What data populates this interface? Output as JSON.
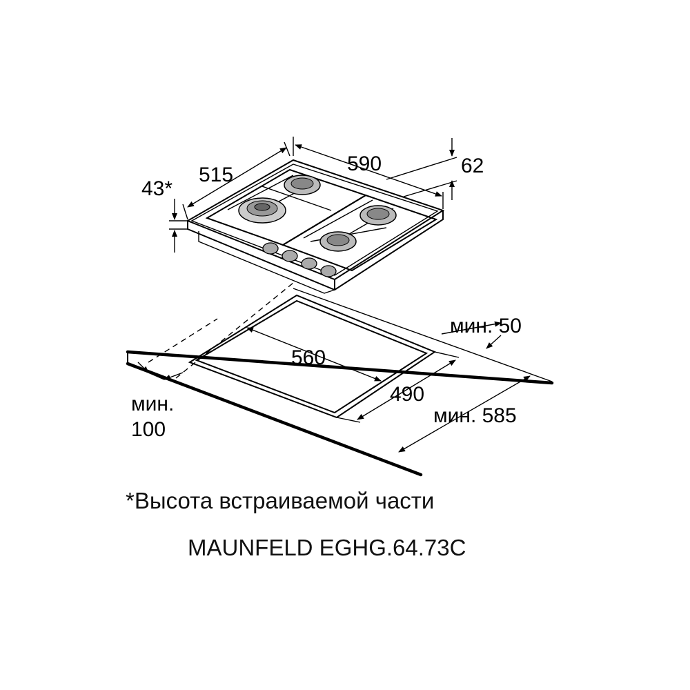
{
  "dimensions": {
    "depth_top": "515",
    "width_top": "590",
    "height_top": "62",
    "embed_height": "43*",
    "cutout_width": "560",
    "cutout_depth": "490",
    "min_back": "мин. 50",
    "min_countertop": "мин. 585",
    "min_side_line1": "мин.",
    "min_side_line2": "100"
  },
  "footnote": "*Высота встраиваемой части",
  "model": "MAUNFELD EGHG.64.73C",
  "colors": {
    "line": "#000000",
    "background": "#ffffff"
  },
  "icons": [
    "burner-icon",
    "control-knob-icon",
    "dimension-arrow-icon"
  ]
}
